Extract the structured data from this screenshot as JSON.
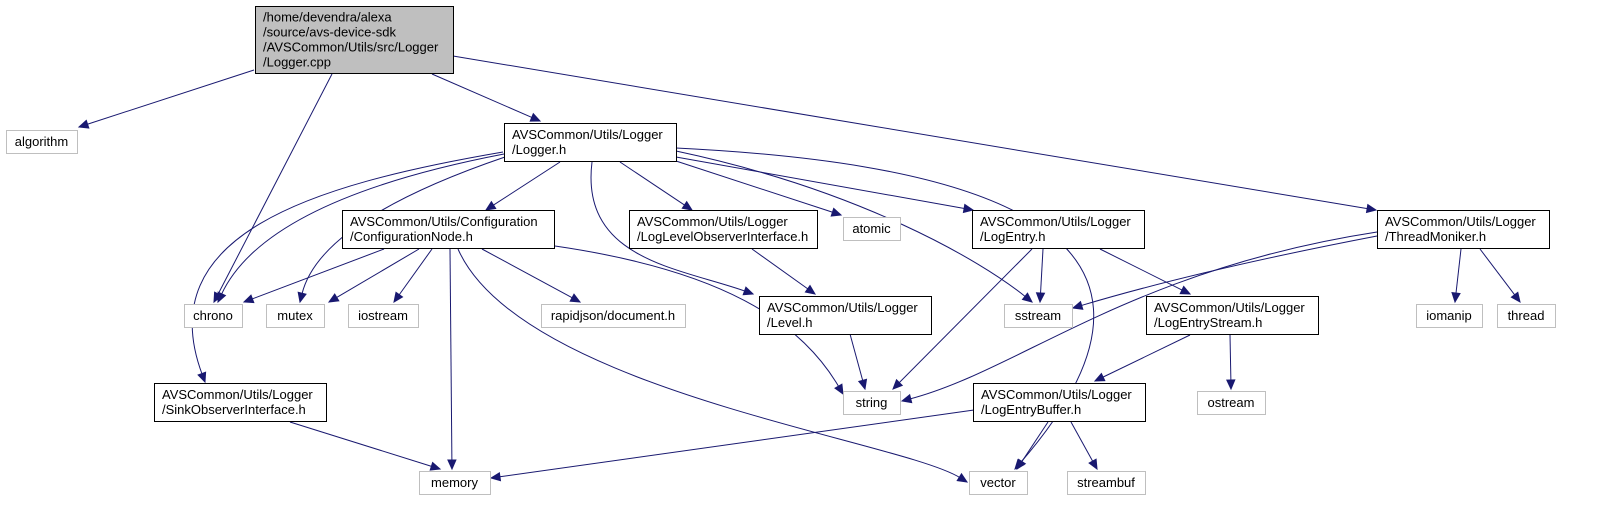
{
  "graph": {
    "colors": {
      "edge": "#191970",
      "root_fill": "#bfbfbf",
      "project_border": "#000000",
      "system_border": "#bfbfbf"
    },
    "nodes": {
      "root": [
        "/home/devendra/alexa",
        "/source/avs-device-sdk",
        "/AVSCommon/Utils/src/Logger",
        "/Logger.cpp"
      ],
      "algorithm": [
        "algorithm"
      ],
      "logger_h": [
        "AVSCommon/Utils/Logger",
        "/Logger.h"
      ],
      "thread_moniker": [
        "AVSCommon/Utils/Logger",
        "/ThreadMoniker.h"
      ],
      "configuration_node": [
        "AVSCommon/Utils/Configuration",
        "/ConfigurationNode.h"
      ],
      "log_level_observer": [
        "AVSCommon/Utils/Logger",
        "/LogLevelObserverInterface.h"
      ],
      "atomic": [
        "atomic"
      ],
      "log_entry": [
        "AVSCommon/Utils/Logger",
        "/LogEntry.h"
      ],
      "chrono": [
        "chrono"
      ],
      "mutex": [
        "mutex"
      ],
      "iostream": [
        "iostream"
      ],
      "rapidjson": [
        "rapidjson/document.h"
      ],
      "level_h": [
        "AVSCommon/Utils/Logger",
        "/Level.h"
      ],
      "sstream": [
        "sstream"
      ],
      "log_entry_stream": [
        "AVSCommon/Utils/Logger",
        "/LogEntryStream.h"
      ],
      "iomanip": [
        "iomanip"
      ],
      "thread": [
        "thread"
      ],
      "sink_observer": [
        "AVSCommon/Utils/Logger",
        "/SinkObserverInterface.h"
      ],
      "string": [
        "string"
      ],
      "log_entry_buffer": [
        "AVSCommon/Utils/Logger",
        "/LogEntryBuffer.h"
      ],
      "ostream": [
        "ostream"
      ],
      "memory": [
        "memory"
      ],
      "vector": [
        "vector"
      ],
      "streambuf": [
        "streambuf"
      ]
    },
    "edges": [
      [
        "root",
        "algorithm"
      ],
      [
        "root",
        "chrono"
      ],
      [
        "root",
        "logger_h"
      ],
      [
        "root",
        "thread_moniker"
      ],
      [
        "logger_h",
        "configuration_node"
      ],
      [
        "logger_h",
        "log_level_observer"
      ],
      [
        "logger_h",
        "atomic"
      ],
      [
        "logger_h",
        "log_entry"
      ],
      [
        "logger_h",
        "chrono"
      ],
      [
        "logger_h",
        "mutex"
      ],
      [
        "logger_h",
        "sink_observer"
      ],
      [
        "logger_h",
        "level_h"
      ],
      [
        "logger_h",
        "sstream"
      ],
      [
        "logger_h",
        "vector"
      ],
      [
        "configuration_node",
        "chrono"
      ],
      [
        "configuration_node",
        "mutex"
      ],
      [
        "configuration_node",
        "iostream"
      ],
      [
        "configuration_node",
        "rapidjson"
      ],
      [
        "configuration_node",
        "string"
      ],
      [
        "configuration_node",
        "memory"
      ],
      [
        "configuration_node",
        "vector"
      ],
      [
        "log_level_observer",
        "level_h"
      ],
      [
        "level_h",
        "string"
      ],
      [
        "log_entry",
        "sstream"
      ],
      [
        "log_entry",
        "string"
      ],
      [
        "log_entry",
        "log_entry_stream"
      ],
      [
        "log_entry_stream",
        "log_entry_buffer"
      ],
      [
        "log_entry_stream",
        "ostream"
      ],
      [
        "log_entry_buffer",
        "memory"
      ],
      [
        "log_entry_buffer",
        "vector"
      ],
      [
        "log_entry_buffer",
        "streambuf"
      ],
      [
        "sink_observer",
        "memory"
      ],
      [
        "thread_moniker",
        "sstream"
      ],
      [
        "thread_moniker",
        "string"
      ],
      [
        "thread_moniker",
        "iomanip"
      ],
      [
        "thread_moniker",
        "thread"
      ]
    ]
  }
}
